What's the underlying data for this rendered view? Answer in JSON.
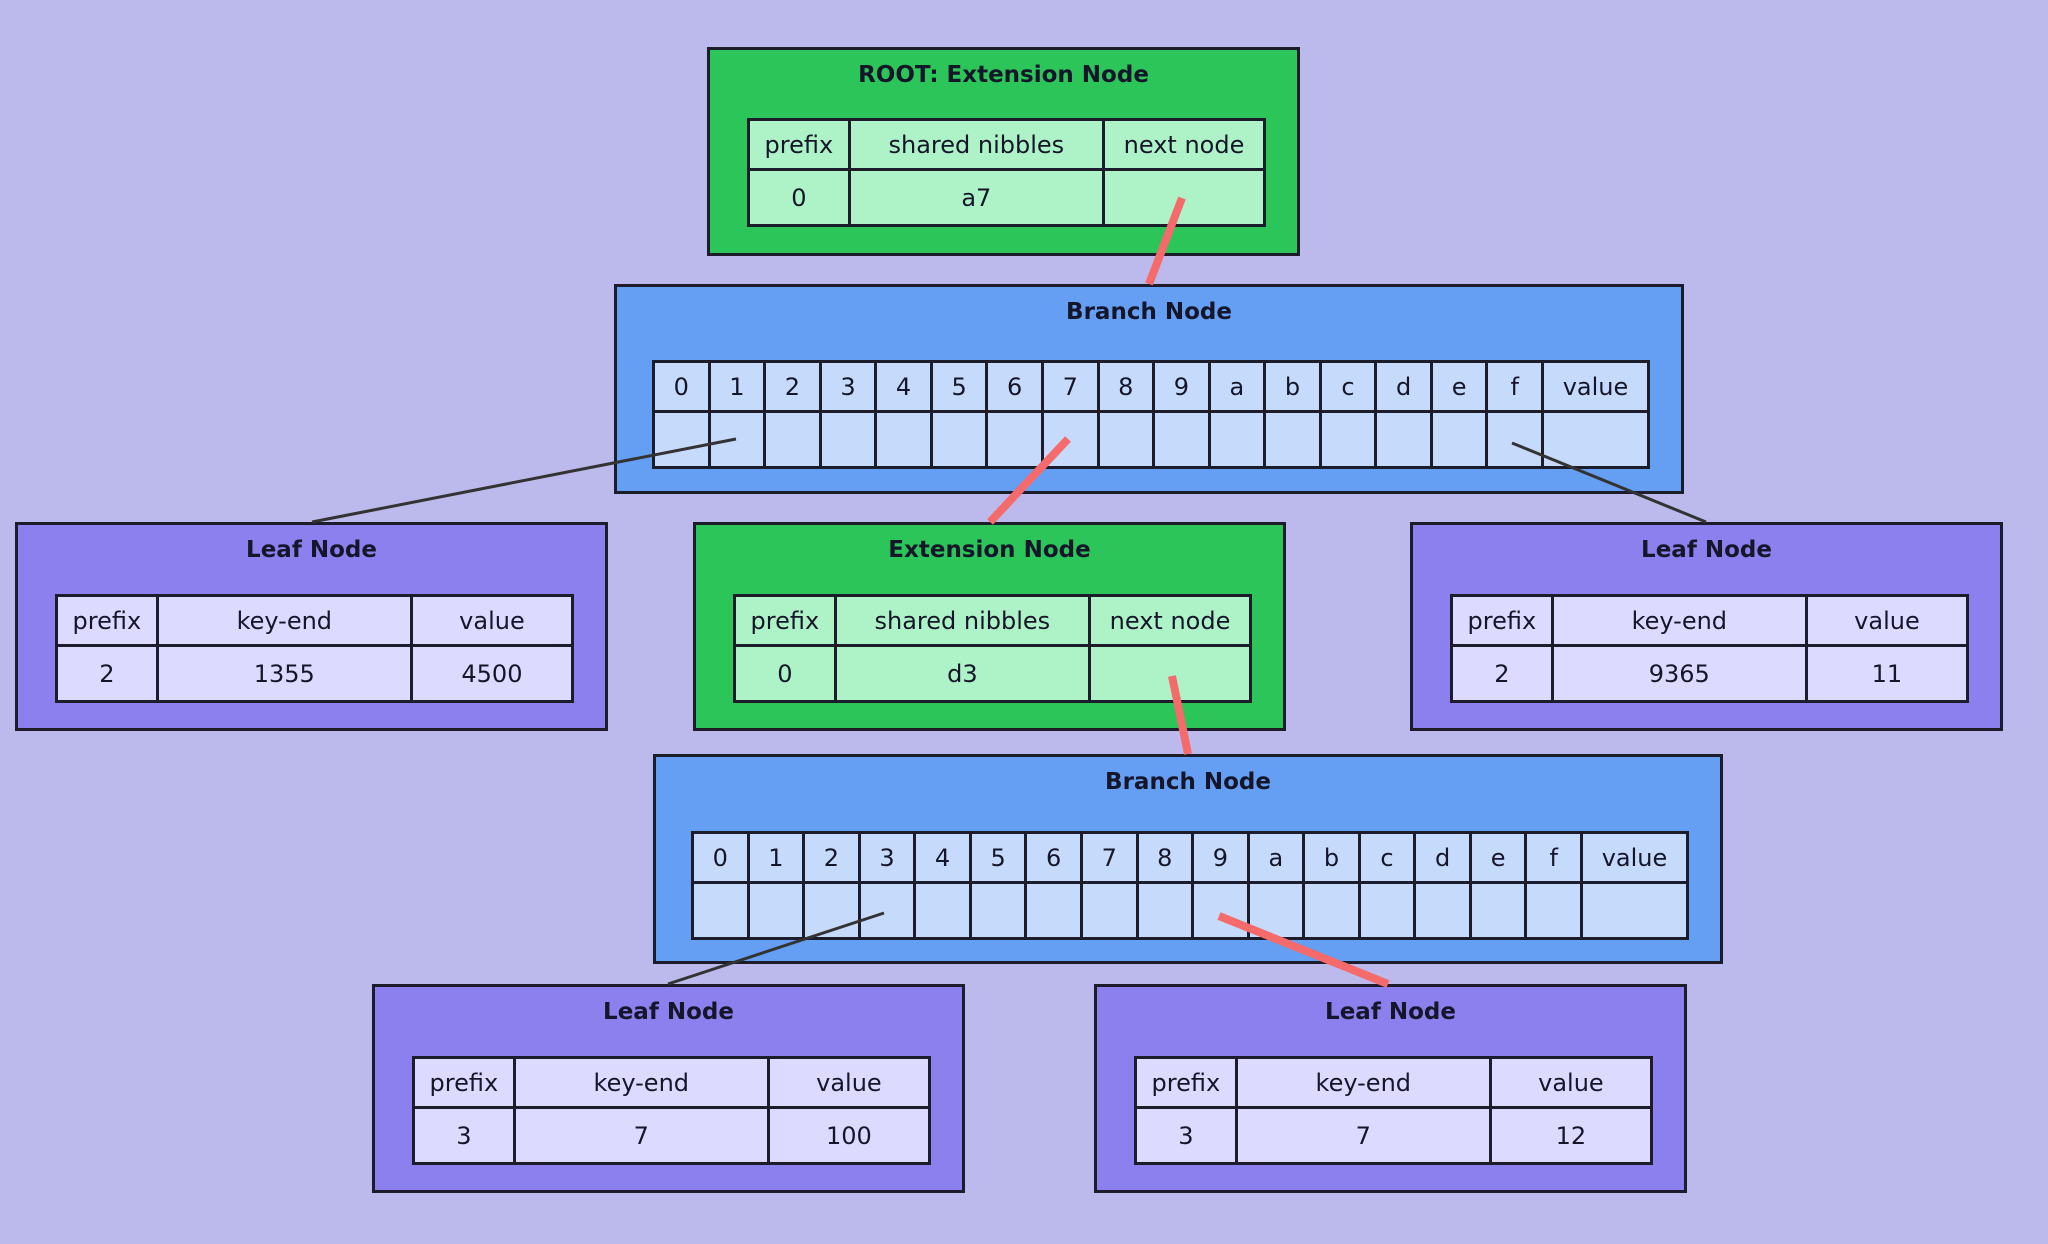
{
  "colors": {
    "background": "#bcbaec",
    "extension_node": "#2bc55a",
    "branch_node": "#649ff3",
    "leaf_node": "#8c80ef",
    "highlight_link": "#f56a6a",
    "plain_link": "#333333"
  },
  "root_extension": {
    "title": "ROOT: Extension Node",
    "headers": [
      "prefix",
      "shared nibbles",
      "next node"
    ],
    "values": [
      "0",
      "a7",
      ""
    ]
  },
  "branch_1": {
    "title": "Branch Node",
    "headers": [
      "0",
      "1",
      "2",
      "3",
      "4",
      "5",
      "6",
      "7",
      "8",
      "9",
      "a",
      "b",
      "c",
      "d",
      "e",
      "f",
      "value"
    ]
  },
  "leaf_left": {
    "title": "Leaf Node",
    "headers": [
      "prefix",
      "key-end",
      "value"
    ],
    "values": [
      "2",
      "1355",
      "4500"
    ]
  },
  "extension_mid": {
    "title": "Extension Node",
    "headers": [
      "prefix",
      "shared nibbles",
      "next node"
    ],
    "values": [
      "0",
      "d3",
      ""
    ]
  },
  "leaf_right": {
    "title": "Leaf Node",
    "headers": [
      "prefix",
      "key-end",
      "value"
    ],
    "values": [
      "2",
      "9365",
      "11"
    ]
  },
  "branch_2": {
    "title": "Branch Node",
    "headers": [
      "0",
      "1",
      "2",
      "3",
      "4",
      "5",
      "6",
      "7",
      "8",
      "9",
      "a",
      "b",
      "c",
      "d",
      "e",
      "f",
      "value"
    ]
  },
  "leaf_bottom_left": {
    "title": "Leaf Node",
    "headers": [
      "prefix",
      "key-end",
      "value"
    ],
    "values": [
      "3",
      "7",
      "100"
    ]
  },
  "leaf_bottom_right": {
    "title": "Leaf Node",
    "headers": [
      "prefix",
      "key-end",
      "value"
    ],
    "values": [
      "3",
      "7",
      "12"
    ]
  }
}
